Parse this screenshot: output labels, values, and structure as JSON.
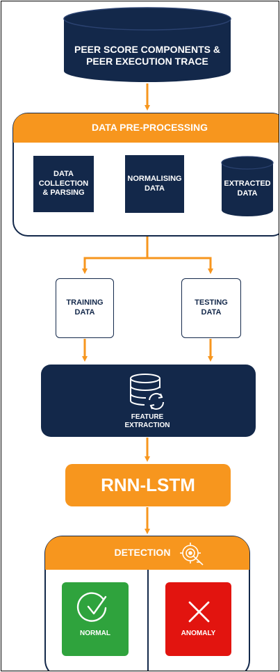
{
  "colors": {
    "navy": "#13284a",
    "orange": "#f7961e",
    "green": "#2fa33d",
    "red": "#e2140f"
  },
  "nodes": {
    "source": "PEER SCORE COMPONENTS &\nPEER EXECUTION TRACE",
    "preprocessing_title": "DATA PRE-PROCESSING",
    "collection": "DATA\nCOLLECTION\n& PARSING",
    "normalising": "NORMALISING\nDATA",
    "extracted": "EXTRACTED\nDATA",
    "training": "TRAINING\nDATA",
    "testing": "TESTING\nDATA",
    "feature_extraction": "FEATURE\nEXTRACTION",
    "model": "RNN-LSTM",
    "detection_title": "DETECTION",
    "normal": "NORMAL",
    "anomaly": "ANOMALY"
  },
  "icons": {
    "feature": "database-sync-icon",
    "detection": "target-icon",
    "normal": "check-circle-icon",
    "anomaly": "x-mark-icon"
  }
}
